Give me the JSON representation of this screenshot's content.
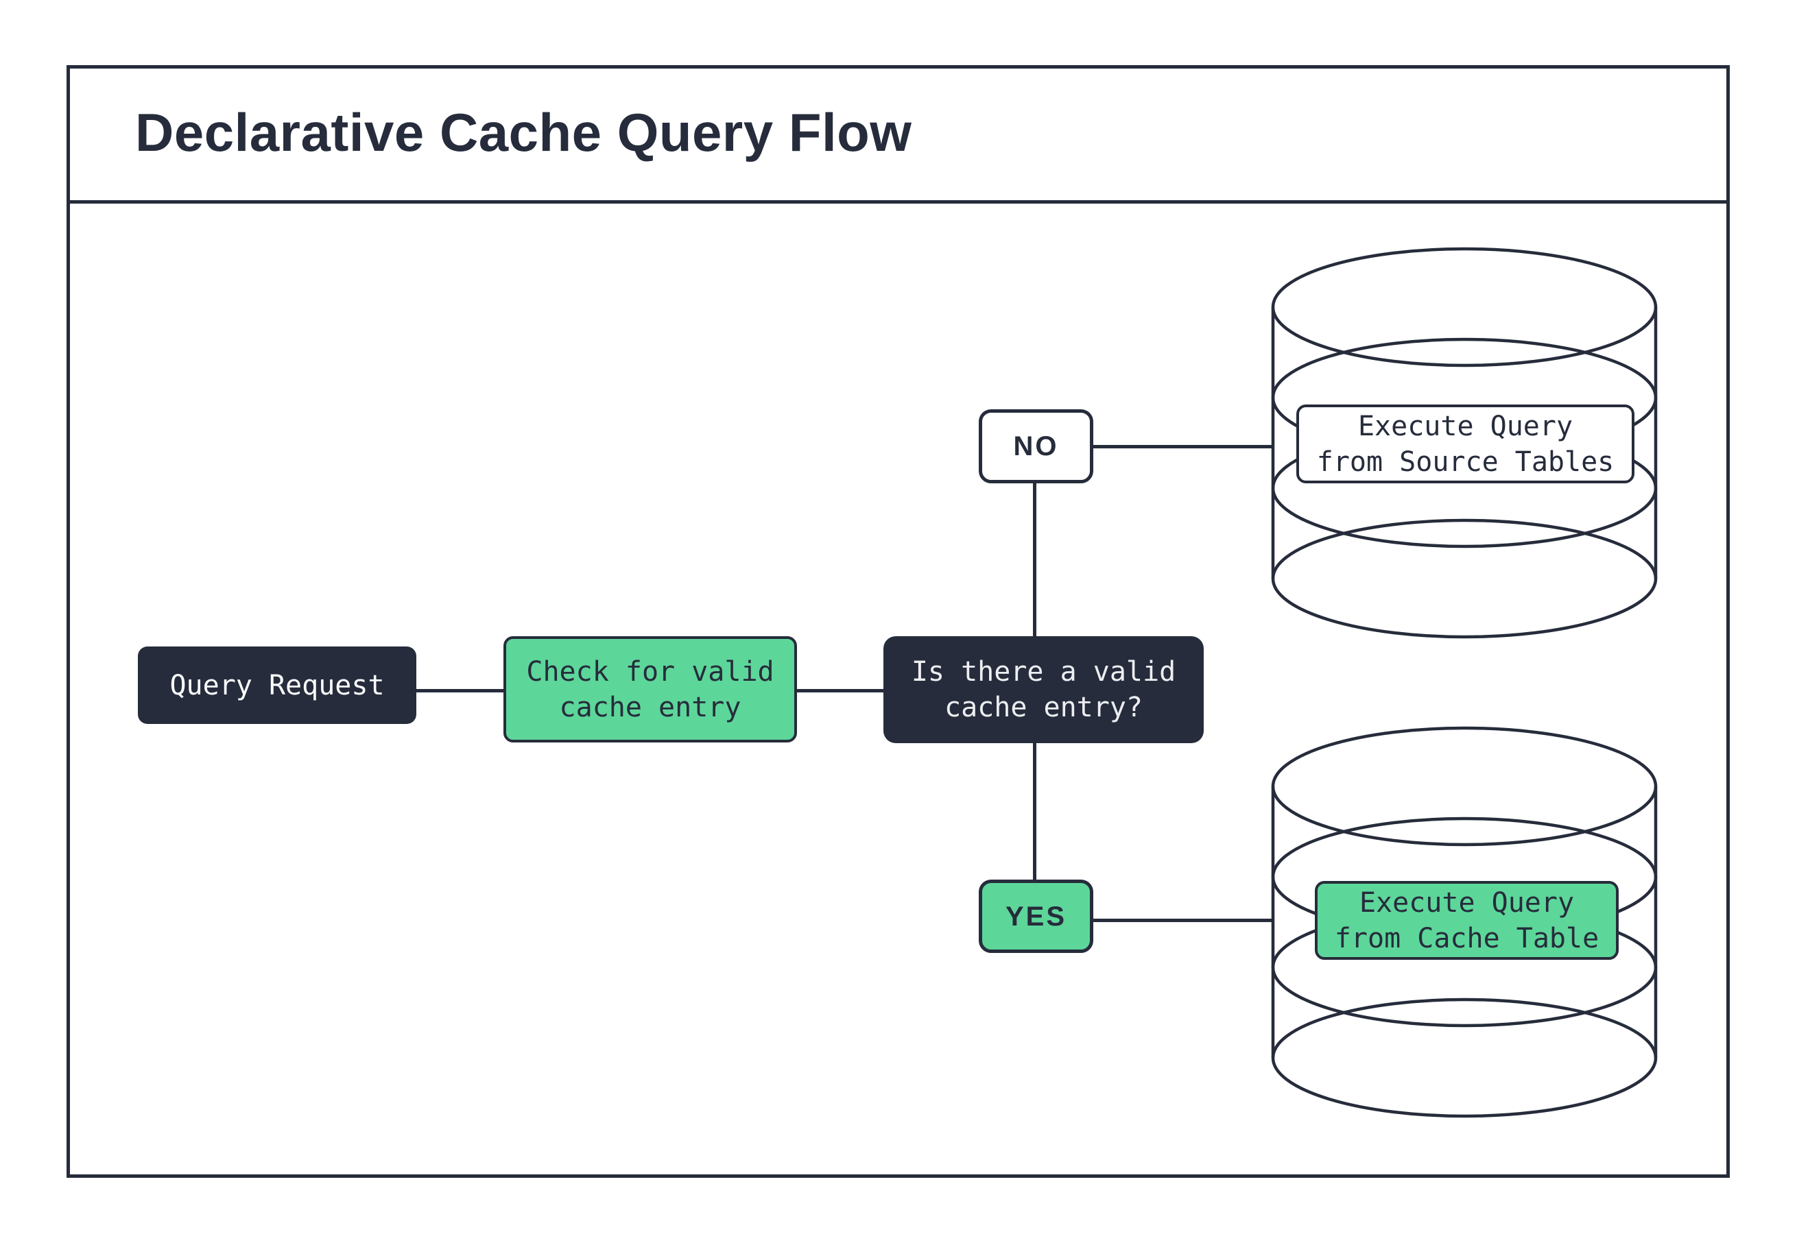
{
  "title": "Declarative Cache Query Flow",
  "colors": {
    "ink": "#262c3b",
    "green": "#5dd69a",
    "paper": "#ffffff",
    "light_text": "#eceef1"
  },
  "nodes": {
    "query_request": {
      "label": "Query Request"
    },
    "check_cache": {
      "lines": [
        "Check for valid",
        "cache entry"
      ]
    },
    "question": {
      "lines": [
        "Is there a valid",
        "cache entry?"
      ]
    },
    "no_branch": {
      "label": "NO"
    },
    "yes_branch": {
      "label": "YES"
    },
    "source_db": {
      "lines": [
        "Execute Query",
        "from Source Tables"
      ]
    },
    "cache_db": {
      "lines": [
        "Execute Query",
        "from Cache Table"
      ]
    }
  }
}
